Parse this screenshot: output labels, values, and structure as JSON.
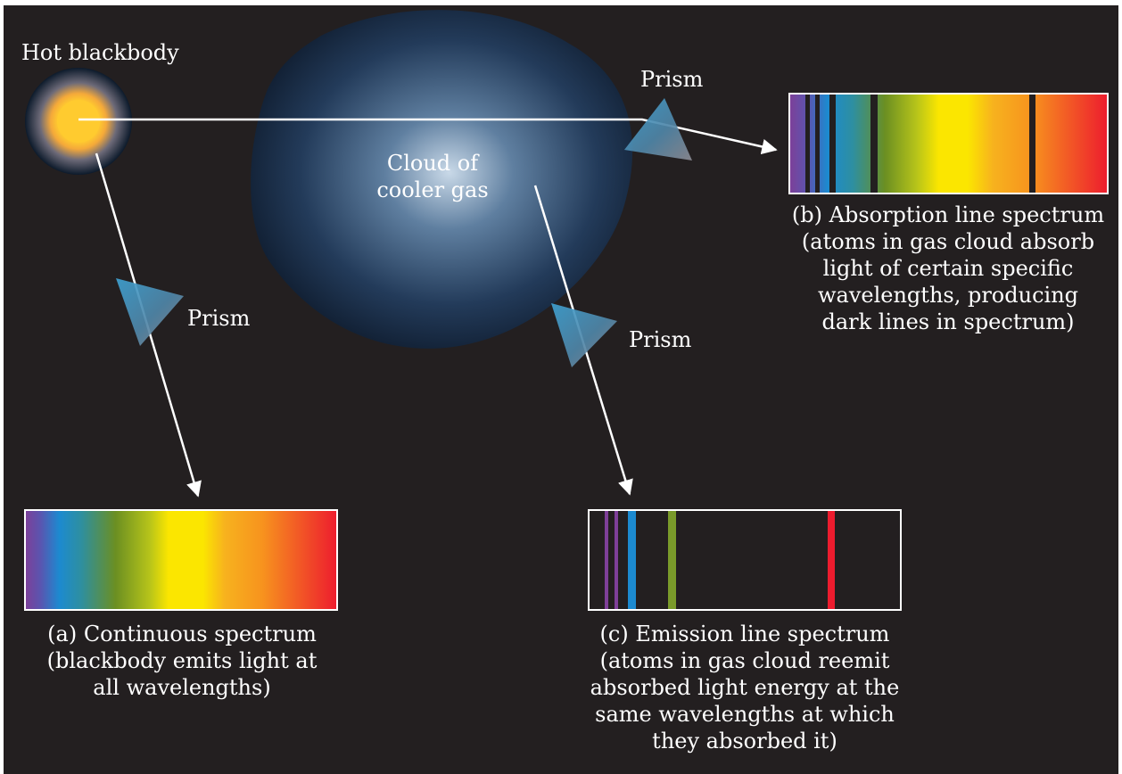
{
  "labels": {
    "blackbody": "Hot blackbody",
    "cloud": [
      "Cloud of",
      "cooler gas"
    ],
    "prism_top": "Prism",
    "prism_left": "Prism",
    "prism_mid": "Prism"
  },
  "captions": {
    "continuous": [
      "(a) Continuous spectrum",
      "(blackbody emits light at",
      "all wavelengths)"
    ],
    "absorption": [
      "(b) Absorption line spectrum",
      "(atoms in gas cloud absorb",
      "light of certain specific",
      "wavelengths, producing",
      "dark lines in spectrum)"
    ],
    "emission": [
      "(c) Emission line spectrum",
      "(atoms in gas cloud reemit",
      "absorbed light energy at the",
      "same wavelengths at which",
      "they absorbed it)"
    ]
  },
  "colors": {
    "background": "#231f20",
    "star_core": "#ffcb2f",
    "cloud_center": "#c9d9e8",
    "cloud_edge": "#102033",
    "prism": "#4aa3cf",
    "violet": "#7e3f98",
    "blue": "#1c8ad0",
    "green": "#7a9a2a",
    "yellow": "#fbe600",
    "orange": "#f7931e",
    "red": "#ed1c2e",
    "dark_line": "#231f20"
  }
}
